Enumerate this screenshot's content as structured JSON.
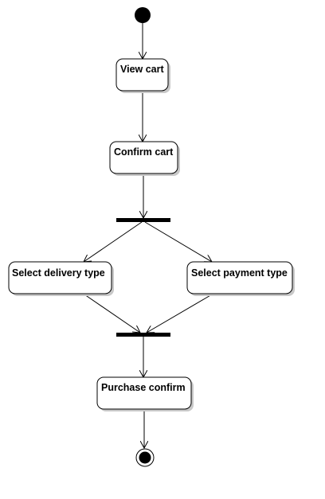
{
  "diagram": {
    "type": "activity",
    "actions": [
      {
        "id": "view_cart",
        "label": "View cart"
      },
      {
        "id": "confirm_cart",
        "label": "Confirm cart"
      },
      {
        "id": "select_delivery",
        "label": "Select delivery type"
      },
      {
        "id": "select_payment",
        "label": "Select payment type"
      },
      {
        "id": "purchase_confirm",
        "label": "Purchase confirm"
      }
    ],
    "control_nodes": [
      {
        "id": "initial",
        "kind": "initial"
      },
      {
        "id": "fork",
        "kind": "fork"
      },
      {
        "id": "join",
        "kind": "join"
      },
      {
        "id": "final",
        "kind": "final"
      }
    ],
    "edges": [
      {
        "from": "initial",
        "to": "view_cart"
      },
      {
        "from": "view_cart",
        "to": "confirm_cart"
      },
      {
        "from": "confirm_cart",
        "to": "fork"
      },
      {
        "from": "fork",
        "to": "select_delivery"
      },
      {
        "from": "fork",
        "to": "select_payment"
      },
      {
        "from": "select_delivery",
        "to": "join"
      },
      {
        "from": "select_payment",
        "to": "join"
      },
      {
        "from": "join",
        "to": "purchase_confirm"
      },
      {
        "from": "purchase_confirm",
        "to": "final"
      }
    ]
  }
}
